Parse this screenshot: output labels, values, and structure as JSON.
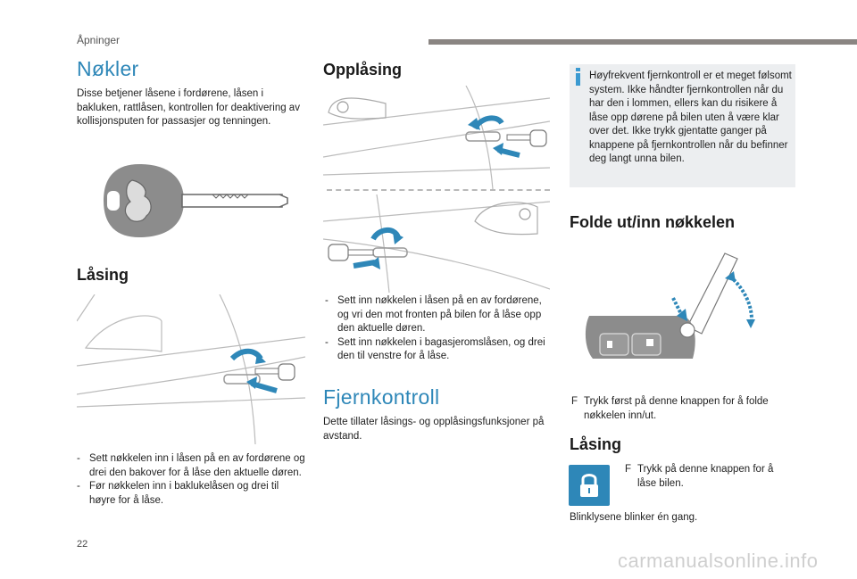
{
  "header": {
    "section_label": "Åpninger"
  },
  "left_column": {
    "title": "Nøkler",
    "intro": "Disse betjener låsene i fordørene, låsen i bakluken, rattlåsen, kontrollen for deaktivering av kollisjonsputen for passasjer og tenningen.",
    "locking_heading": "Låsing",
    "locking_steps": [
      "Sett nøkkelen inn i låsen på en av fordørene og drei den bakover for å låse den aktuelle døren.",
      "Før nøkkelen inn i baklukelåsen og drei til høyre for å låse."
    ]
  },
  "middle_column": {
    "unlocking_heading": "Opplåsing",
    "unlocking_steps": [
      "Sett inn nøkkelen i låsen på en av fordørene, og vri den mot fronten på bilen for å låse opp den aktuelle døren.",
      "Sett inn nøkkelen i bagasjeromslåsen, og drei den til venstre for å låse."
    ],
    "remote_title": "Fjernkontroll",
    "remote_intro": "Dette tillater låsings- og opplåsingsfunksjoner på avstand."
  },
  "right_column": {
    "info_text": "Høyfrekvent fjernkontroll er et meget følsomt system. Ikke håndter fjernkontrollen når du har den i lommen, ellers kan du risikere å låse opp dørene på bilen uten å være klar over det. Ikke trykk gjentatte ganger på knappene på fjernkontrollen når du befinner deg langt unna bilen.",
    "fold_heading": "Folde ut/inn nøkkelen",
    "fold_step": "Trykk først på denne knappen for å folde nøkkelen inn/ut.",
    "locking_heading": "Låsing",
    "lock_step": "Trykk på denne knappen for å låse bilen.",
    "blink_text": "Blinklysene blinker én gang."
  },
  "footer": {
    "page_number": "22",
    "watermark": "carmanualsonline.info"
  },
  "colors": {
    "accent_blue": "#2e87b8",
    "bar_gray": "#8a8582",
    "info_bg": "#eceef0",
    "illustration_gray": "#8c8c8c"
  },
  "bullet_marker": "-",
  "check_marker": "F"
}
